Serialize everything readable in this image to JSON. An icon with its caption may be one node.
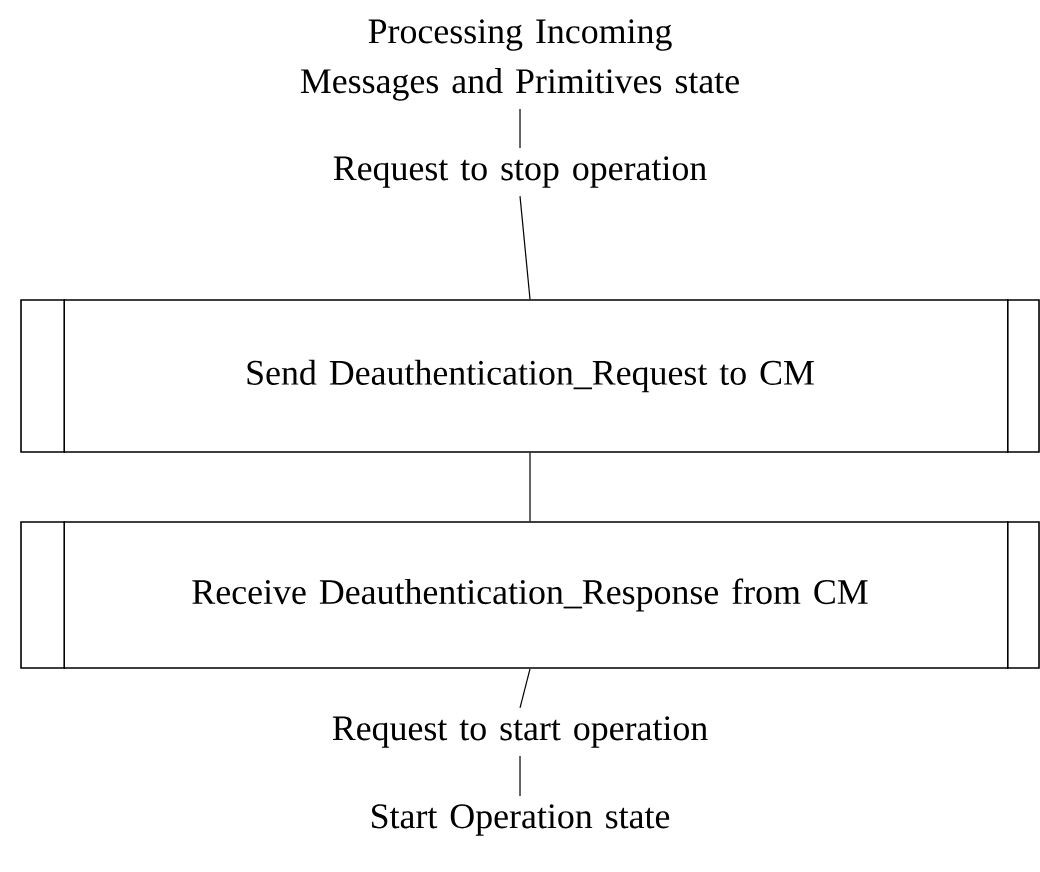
{
  "diagram": {
    "nodes": [
      {
        "text": [
          "Processing Incoming Messages and Primitives state"
        ]
      },
      {
        "text": [
          "Request to stop operation"
        ]
      },
      {
        "text": [
          "Send Deauthentication_Request to CM"
        ]
      },
      {
        "text": [
          "Receive Deauthentication_Response from CM"
        ]
      },
      {
        "text": [
          "Request to start operation"
        ]
      },
      {
        "text": [
          "Start Operation state"
        ]
      }
    ],
    "edges": [
      {
        "from": 0,
        "to": 1,
        "arrow": "none"
      },
      {
        "from": 1,
        "to": 2,
        "arrow": "none"
      },
      {
        "from": 2,
        "to": 3,
        "arrow": "none"
      },
      {
        "from": 3,
        "to": 4,
        "arrow": "none"
      },
      {
        "from": 4,
        "to": 5,
        "arrow": "none"
      }
    ]
  }
}
